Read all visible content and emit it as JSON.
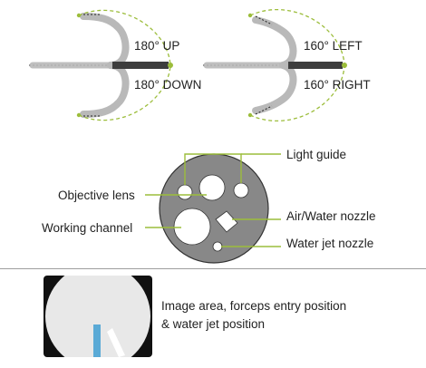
{
  "bending": {
    "left_diagram": {
      "up_label": "180° UP",
      "down_label": "180° DOWN"
    },
    "right_diagram": {
      "left_label": "160° LEFT",
      "right_label": "160° RIGHT"
    }
  },
  "distal_tip": {
    "labels": {
      "light_guide": "Light guide",
      "objective_lens": "Objective lens",
      "air_water_nozzle": "Air/Water nozzle",
      "working_channel": "Working channel",
      "water_jet_nozzle": "Water jet nozzle"
    }
  },
  "image_area": {
    "caption_line1": "Image area, forceps entry position",
    "caption_line2": "& water jet position"
  },
  "colors": {
    "tube": "#b9b9b9",
    "shaft": "#3d3d3d",
    "accent": "#9cbd3b",
    "tip_face": "#888888",
    "forceps": "#5aaad6",
    "monitor": "#111111"
  }
}
